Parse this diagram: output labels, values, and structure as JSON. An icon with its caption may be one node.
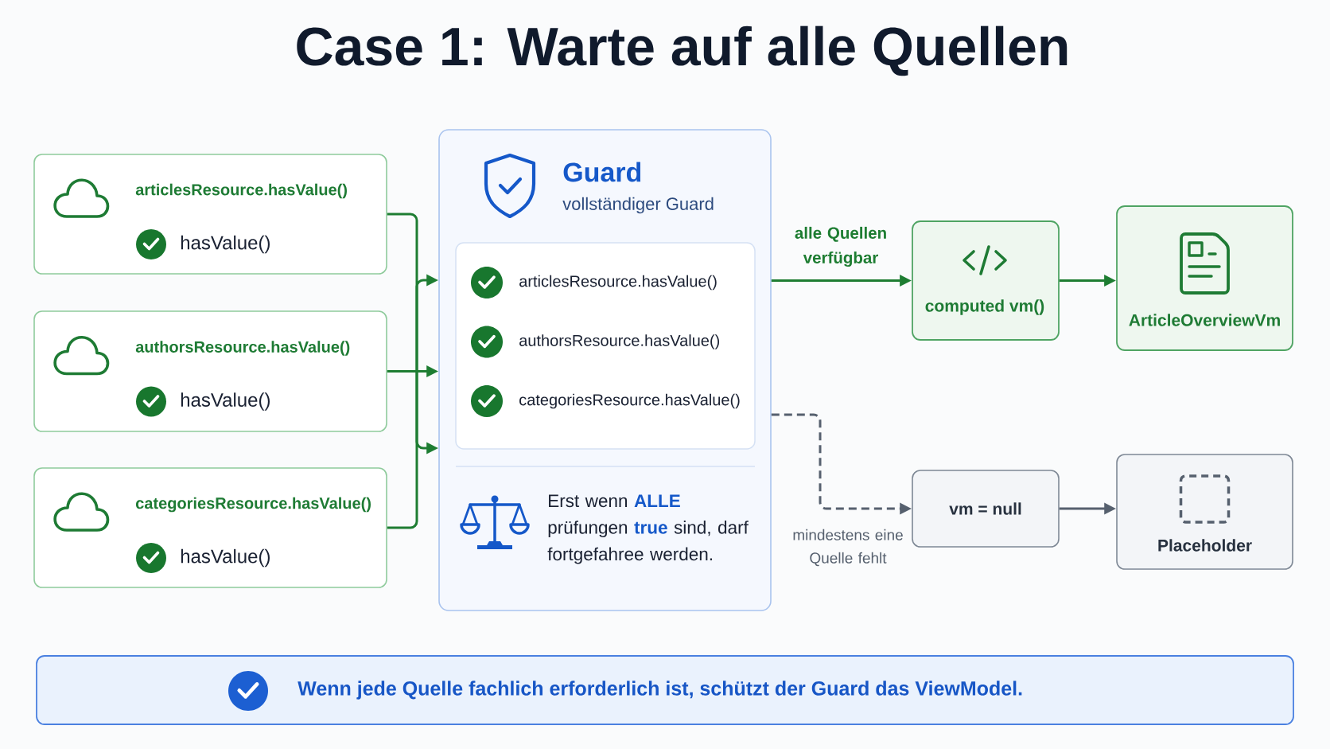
{
  "diagram": {
    "title": "Case 1: Warte auf alle Quellen",
    "nodes": [
      {
        "text": [
          "articlesResource.hasValue()",
          "hasValue()"
        ]
      },
      {
        "text": [
          "authorsResource.hasValue()",
          "hasValue()"
        ]
      },
      {
        "text": [
          "categoriesResource.hasValue()",
          "hasValue()"
        ]
      },
      {
        "text": [
          "Guard",
          "vollständiger Guard",
          "Erst wenn **ALLE** prüfungen **true** sind, darf fortgefahree werden."
        ]
      },
      {
        "text": [
          "articlesResource.hasValue()",
          "authorsResource.hasValue()",
          "categoriesResource.hasValue()"
        ],
        "in": 3
      },
      {
        "text": [
          "computed vm()"
        ]
      },
      {
        "text": [
          "ArticleOverviewVm"
        ]
      },
      {
        "text": [
          "vm = null"
        ]
      },
      {
        "text": [
          "Placeholder"
        ]
      },
      {
        "text": [
          "Wenn jede Quelle fachlich erforderlich ist, schützt der Guard das ViewModel."
        ]
      }
    ],
    "edges": [
      {
        "from": 0,
        "to": 3,
        "arrow": "to"
      },
      {
        "from": 1,
        "to": 3,
        "arrow": "to"
      },
      {
        "from": 2,
        "to": 3,
        "arrow": "to"
      },
      {
        "from": 3,
        "to": 5,
        "arrow": "to",
        "label": "alle Quellen verfügbar"
      },
      {
        "from": 5,
        "to": 6,
        "arrow": "to"
      },
      {
        "from": 3,
        "to": 7,
        "arrow": "to",
        "label": "mindestens eine Quelle fehlt",
        "style": "dashed",
        "color": "#56606e"
      },
      {
        "from": 7,
        "to": 8,
        "arrow": "to",
        "color": "#56606e"
      }
    ]
  }
}
